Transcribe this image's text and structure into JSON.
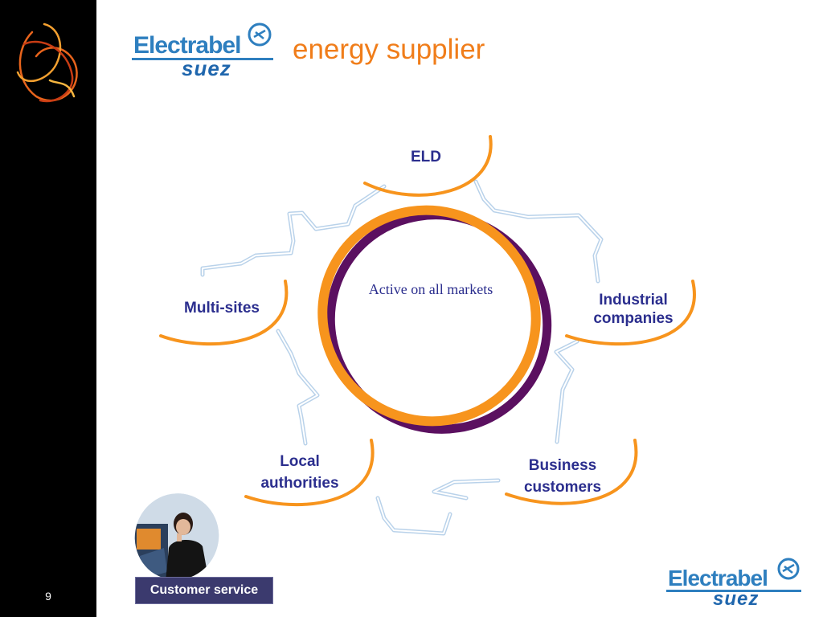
{
  "header": {
    "logo": {
      "name": "Electrabel",
      "sub": "suez"
    },
    "title": "energy supplier"
  },
  "diagram": {
    "center": "Active on all markets",
    "nodes": [
      {
        "id": "eld",
        "label": "ELD"
      },
      {
        "id": "multi-sites",
        "label": "Multi-sites"
      },
      {
        "id": "industrial",
        "line1": "Industrial",
        "line2": "companies"
      },
      {
        "id": "local",
        "line1": "Local",
        "line2": "authorities"
      },
      {
        "id": "business",
        "line1": "Business",
        "line2": "customers"
      }
    ]
  },
  "photo": {
    "caption": "Customer service"
  },
  "footer": {
    "page_number": "9",
    "logo": {
      "name": "Electrabel",
      "sub": "suez"
    }
  },
  "colors": {
    "accent_orange": "#f7941d",
    "title_orange": "#f07d1a",
    "ring_purple": "#5b1060",
    "label_blue": "#2b2e8e",
    "outline_blue": "#b9d2ea"
  }
}
